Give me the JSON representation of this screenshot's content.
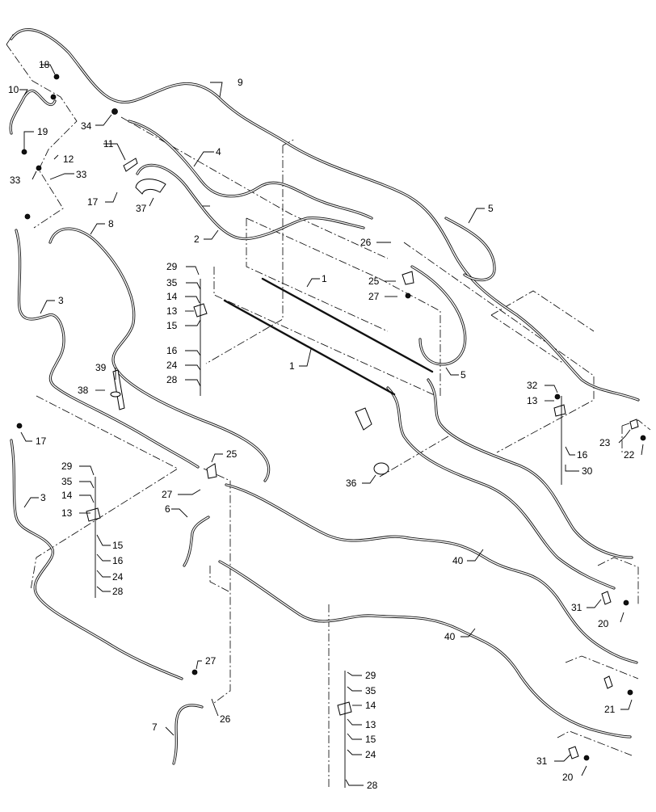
{
  "callouts": [
    {
      "id": "c9",
      "text": "9"
    },
    {
      "id": "c18",
      "text": "18"
    },
    {
      "id": "c10",
      "text": "10"
    },
    {
      "id": "c34",
      "text": "34"
    },
    {
      "id": "c19",
      "text": "19"
    },
    {
      "id": "c11",
      "text": "11"
    },
    {
      "id": "c4",
      "text": "4"
    },
    {
      "id": "c12",
      "text": "12"
    },
    {
      "id": "c33a",
      "text": "33"
    },
    {
      "id": "c33b",
      "text": "33"
    },
    {
      "id": "c17a",
      "text": "17"
    },
    {
      "id": "c37",
      "text": "37"
    },
    {
      "id": "c5a",
      "text": "5"
    },
    {
      "id": "c8",
      "text": "8"
    },
    {
      "id": "c2",
      "text": "2"
    },
    {
      "id": "c26a",
      "text": "26"
    },
    {
      "id": "c29a",
      "text": "29"
    },
    {
      "id": "c1a",
      "text": "1"
    },
    {
      "id": "c25a",
      "text": "25"
    },
    {
      "id": "c35a",
      "text": "35"
    },
    {
      "id": "c27a",
      "text": "27"
    },
    {
      "id": "c3a",
      "text": "3"
    },
    {
      "id": "c14a",
      "text": "14"
    },
    {
      "id": "c13a",
      "text": "13"
    },
    {
      "id": "c15a",
      "text": "15"
    },
    {
      "id": "c1b",
      "text": "1"
    },
    {
      "id": "c16a",
      "text": "16"
    },
    {
      "id": "c24a",
      "text": "24"
    },
    {
      "id": "c5b",
      "text": "5"
    },
    {
      "id": "c39",
      "text": "39"
    },
    {
      "id": "c28a",
      "text": "28"
    },
    {
      "id": "c38",
      "text": "38"
    },
    {
      "id": "c32",
      "text": "32"
    },
    {
      "id": "c13b",
      "text": "13"
    },
    {
      "id": "c23",
      "text": "23"
    },
    {
      "id": "c17b",
      "text": "17"
    },
    {
      "id": "c16b",
      "text": "16"
    },
    {
      "id": "c22",
      "text": "22"
    },
    {
      "id": "c25b",
      "text": "25"
    },
    {
      "id": "c30",
      "text": "30"
    },
    {
      "id": "c29b",
      "text": "29"
    },
    {
      "id": "c36",
      "text": "36"
    },
    {
      "id": "c35b",
      "text": "35"
    },
    {
      "id": "c3b",
      "text": "3"
    },
    {
      "id": "c27b",
      "text": "27"
    },
    {
      "id": "c14b",
      "text": "14"
    },
    {
      "id": "c6",
      "text": "6"
    },
    {
      "id": "c13c",
      "text": "13"
    },
    {
      "id": "c15b",
      "text": "15"
    },
    {
      "id": "c16c",
      "text": "16"
    },
    {
      "id": "c40a",
      "text": "40"
    },
    {
      "id": "c24b",
      "text": "24"
    },
    {
      "id": "c28b",
      "text": "28"
    },
    {
      "id": "c31a",
      "text": "31"
    },
    {
      "id": "c20a",
      "text": "20"
    },
    {
      "id": "c40b",
      "text": "40"
    },
    {
      "id": "c27c",
      "text": "27"
    },
    {
      "id": "c29c",
      "text": "29"
    },
    {
      "id": "c35c",
      "text": "35"
    },
    {
      "id": "c14c",
      "text": "14"
    },
    {
      "id": "c21",
      "text": "21"
    },
    {
      "id": "c26b",
      "text": "26"
    },
    {
      "id": "c13d",
      "text": "13"
    },
    {
      "id": "c7",
      "text": "7"
    },
    {
      "id": "c15c",
      "text": "15"
    },
    {
      "id": "c24c",
      "text": "24"
    },
    {
      "id": "c31b",
      "text": "31"
    },
    {
      "id": "c20b",
      "text": "20"
    },
    {
      "id": "c28c",
      "text": "28"
    }
  ]
}
